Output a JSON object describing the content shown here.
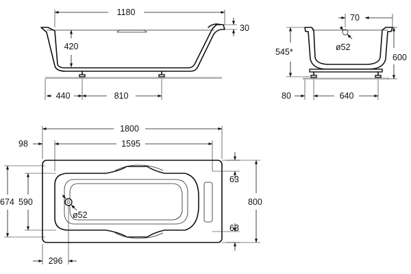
{
  "side_view": {
    "top_length": "1180",
    "rim_height": "30",
    "depth": "420",
    "leg_offset": "440",
    "leg_spacing": "810"
  },
  "end_view": {
    "overflow_offset": "70",
    "overflow_diameter": "ø52",
    "height_adjustable": "545*",
    "total_height": "600",
    "leg_offset": "80",
    "leg_width": "640"
  },
  "plan_view": {
    "overall_length": "1800",
    "inner_length": "1595",
    "end_offset": "98",
    "handle_inset_top": "63",
    "handle_inset_bottom": "63",
    "overall_width": "800",
    "outer_depth": "674",
    "inner_width": "590",
    "drain_diameter": "ø52",
    "drain_offset": "296"
  }
}
